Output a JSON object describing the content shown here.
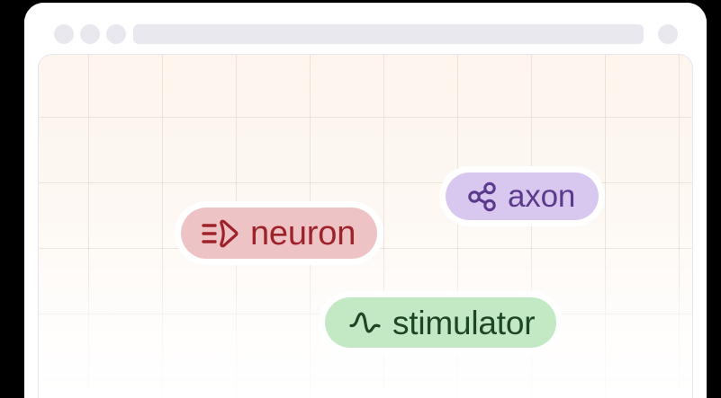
{
  "window": {
    "title_bar": {
      "traffic_lights": [
        "window-dot-1",
        "window-dot-2",
        "window-dot-3"
      ],
      "address_bar_value": "",
      "address_bar_placeholder": "",
      "menu_button": "menu-dot"
    }
  },
  "canvas": {
    "background_top_color": "#fdf5ee",
    "background_bottom_color": "#ffffff",
    "grid_line_color": "#d6c4bc",
    "grid_cell_width": 82,
    "grid_cell_height": 73
  },
  "tags": [
    {
      "id": "neuron",
      "label": "neuron",
      "icon": "send-lines-icon",
      "fill_color": "#edc3c5",
      "text_color": "#9e2229",
      "ring_color": "#ffffff"
    },
    {
      "id": "axon",
      "label": "axon",
      "icon": "share-nodes-icon",
      "fill_color": "#d8c8ef",
      "text_color": "#5b3a8e",
      "ring_color": "#ffffff"
    },
    {
      "id": "stimulator",
      "label": "stimulator",
      "icon": "pulse-wave-icon",
      "fill_color": "#c3e8c4",
      "text_color": "#1f4527",
      "ring_color": "#ffffff"
    }
  ]
}
